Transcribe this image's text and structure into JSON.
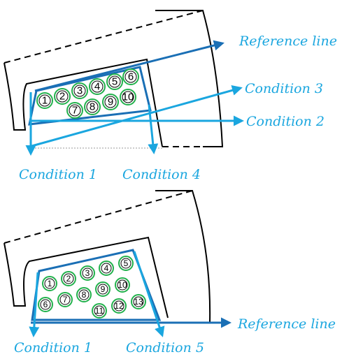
{
  "colors": {
    "outline": "#000000",
    "slot": "#1a6fb5",
    "arrow_light": "#1aa6df",
    "arrow_dark": "#1a6fb5",
    "conductor": "#22b14c",
    "label": "#1aa6df"
  },
  "top": {
    "labels": {
      "reference_line": "Reference line",
      "condition_3": "Condition 3",
      "condition_2": "Condition 2",
      "condition_1": "Condition 1",
      "condition_4": "Condition 4"
    },
    "conductors": [
      "1",
      "2",
      "3",
      "4",
      "5",
      "6",
      "7",
      "8",
      "9",
      "10"
    ]
  },
  "bottom": {
    "labels": {
      "reference_line": "Reference line",
      "condition_1": "Condition 1",
      "condition_5": "Condition 5"
    },
    "conductors": [
      "1",
      "2",
      "3",
      "4",
      "5",
      "6",
      "7",
      "8",
      "9",
      "10",
      "11",
      "12",
      "13"
    ]
  }
}
